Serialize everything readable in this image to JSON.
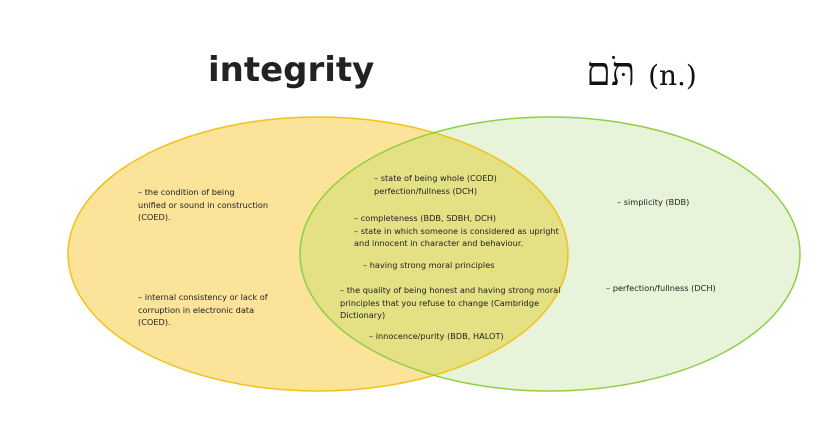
{
  "left_title": "integrity",
  "right_title": {
    "word": "תֹּם",
    "pos": "(n.)"
  },
  "colors": {
    "left_fill": "#fbe399",
    "left_stroke": "#f0c21c",
    "right_fill": "#e8f4d9",
    "right_stroke": "#8fcf45",
    "overlap_fill": "#e3e183"
  },
  "left_only": [
    "– the condition of being\nunified or sound in construction\n(COED).",
    "– internal consistency or lack of\ncorruption in electronic data\n(COED)."
  ],
  "overlap": [
    "– state of being whole (COED)\nperfection/fullness (DCH)",
    "– completeness (BDB, SDBH, DCH)\n– state in which someone is considered as upright\nand innocent in character and behaviour.",
    "– having strong moral principles",
    "– the quality of being honest and having strong moral\nprinciples that you refuse to change (Cambridge\nDictionary)",
    "– innocence/purity (BDB, HALOT)"
  ],
  "right_only": [
    "– simplicity (BDB)",
    "– perfection/fullness (DCH)"
  ]
}
